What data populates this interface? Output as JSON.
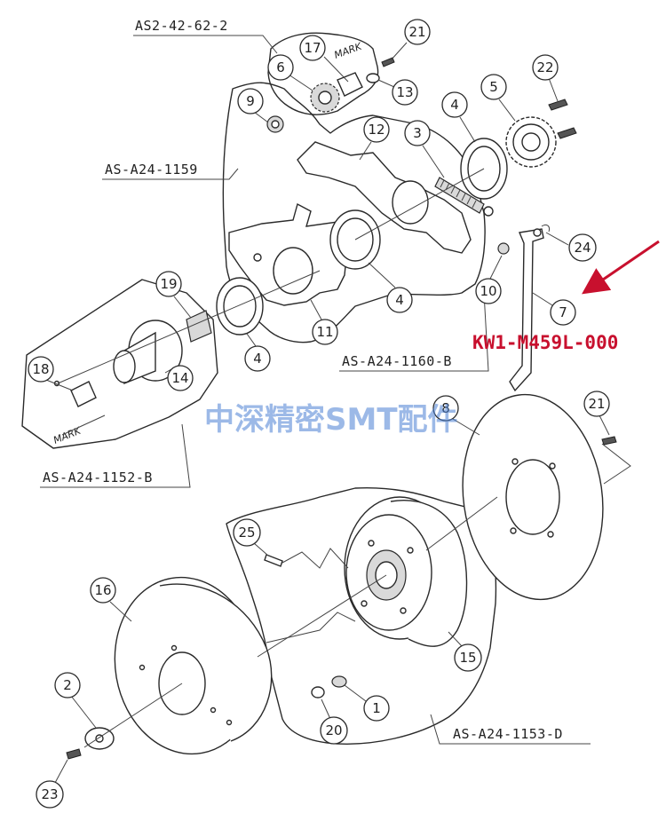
{
  "assemblies": {
    "as2_42_62_2": "AS2-42-62-2",
    "as_a24_1159": "AS-A24-1159",
    "as_a24_1160_b": "AS-A24-1160-B",
    "as_a24_1152_b": "AS-A24-1152-B",
    "as_a24_1153_d": "AS-A24-1153-D"
  },
  "marks": {
    "upper": "MARK",
    "lower": "MARK"
  },
  "callout": {
    "part_number": "KW1-M459L-000",
    "color": "#c8102e"
  },
  "watermark": {
    "text": "中深精密SMT配件",
    "color": "#4a7fd4"
  },
  "balloons": [
    {
      "id": "b17",
      "label": "17"
    },
    {
      "id": "b21a",
      "label": "21"
    },
    {
      "id": "b6",
      "label": "6"
    },
    {
      "id": "b13",
      "label": "13"
    },
    {
      "id": "b22",
      "label": "22"
    },
    {
      "id": "b9",
      "label": "9"
    },
    {
      "id": "b5",
      "label": "5"
    },
    {
      "id": "b4a",
      "label": "4"
    },
    {
      "id": "b12",
      "label": "12"
    },
    {
      "id": "b3",
      "label": "3"
    },
    {
      "id": "b24",
      "label": "24"
    },
    {
      "id": "b10",
      "label": "10"
    },
    {
      "id": "b7",
      "label": "7"
    },
    {
      "id": "b19",
      "label": "19"
    },
    {
      "id": "b4b",
      "label": "4"
    },
    {
      "id": "b11",
      "label": "11"
    },
    {
      "id": "b4c",
      "label": "4"
    },
    {
      "id": "b18",
      "label": "18"
    },
    {
      "id": "b14",
      "label": "14"
    },
    {
      "id": "b8",
      "label": "8"
    },
    {
      "id": "b21b",
      "label": "21"
    },
    {
      "id": "b25",
      "label": "25"
    },
    {
      "id": "b16",
      "label": "16"
    },
    {
      "id": "b15",
      "label": "15"
    },
    {
      "id": "b2",
      "label": "2"
    },
    {
      "id": "b1",
      "label": "1"
    },
    {
      "id": "b20",
      "label": "20"
    },
    {
      "id": "b23",
      "label": "23"
    }
  ]
}
